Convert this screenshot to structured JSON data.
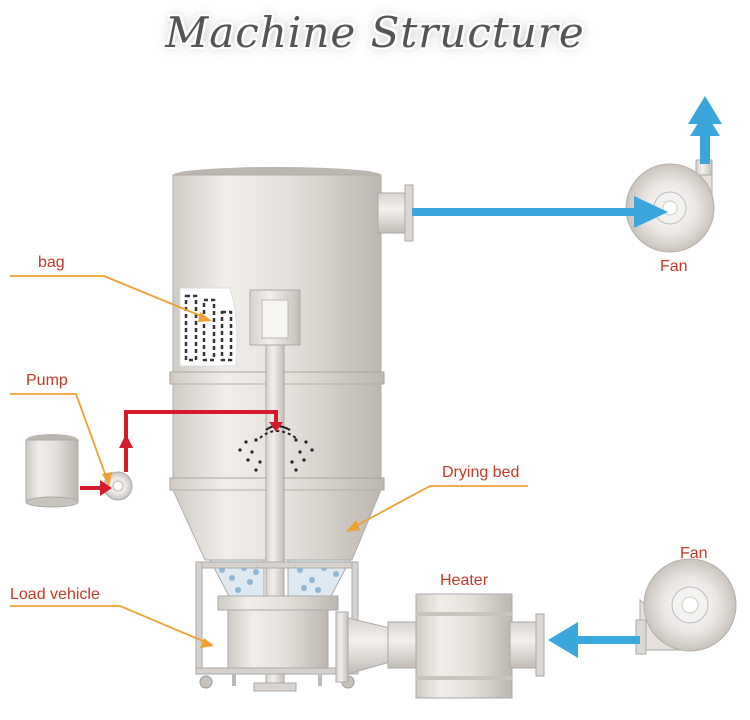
{
  "title": "Machine Structure",
  "labels": {
    "bag": "bag",
    "pump": "Pump",
    "load_vehicle": "Load vehicle",
    "drying_bed": "Drying bed",
    "heater": "Heater",
    "fan_top": "Fan",
    "fan_bottom": "Fan"
  },
  "colors": {
    "air_flow": "#3aa6dc",
    "liquid_flow": "#d41b2c",
    "leader_line": "#f0a030",
    "label_text": "#c23a28"
  }
}
